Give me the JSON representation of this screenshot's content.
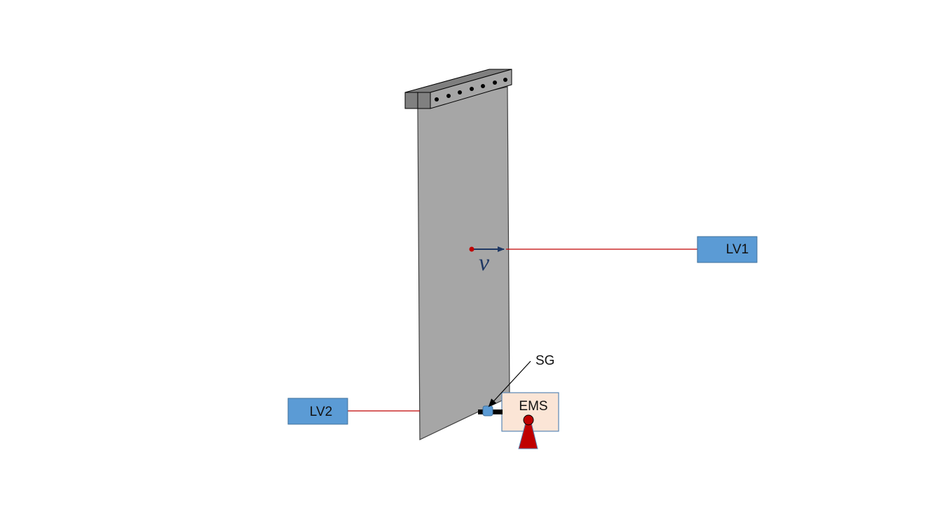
{
  "diagram": {
    "labels": {
      "lv1": "LV1",
      "lv2": "LV2",
      "sg": "SG",
      "ems": "EMS",
      "velocity": "v"
    },
    "colors": {
      "background": "#ffffff",
      "blade_face": "#a6a6a6",
      "blade_outline": "#404040",
      "clamp_top": "#7f7f7f",
      "clamp_front": "#a6a6a6",
      "clamp_side": "#808080",
      "clamp_holes": "#000000",
      "lv_box_fill": "#5b9bd5",
      "lv_box_stroke": "#41719c",
      "laser_line": "#c00000",
      "velocity_dot": "#c00000",
      "velocity_arrow": "#1f3864",
      "ems_box_fill": "#fbe5d6",
      "ems_box_stroke": "#5b87b5",
      "ems_magnet": "#c00000",
      "sg_fill": "#5b9bd5",
      "pointer_arrow": "#000000"
    }
  }
}
